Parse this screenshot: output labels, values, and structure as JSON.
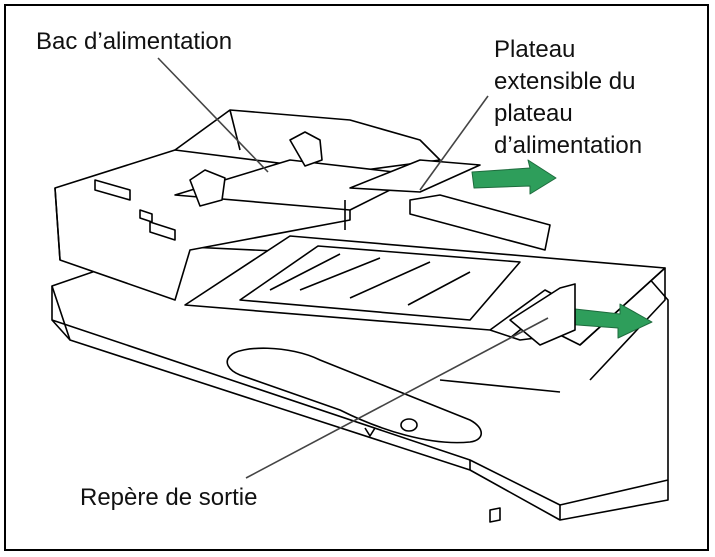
{
  "labels": {
    "feed_tray": "Bac d’alimentation",
    "tray_extension": [
      "Plateau",
      "extensible du",
      "plateau",
      "d’alimentation"
    ],
    "exit_guide": "Repère de sortie"
  },
  "colors": {
    "arrow": "#2e9e5b",
    "line": "#000000",
    "background": "#ffffff"
  }
}
